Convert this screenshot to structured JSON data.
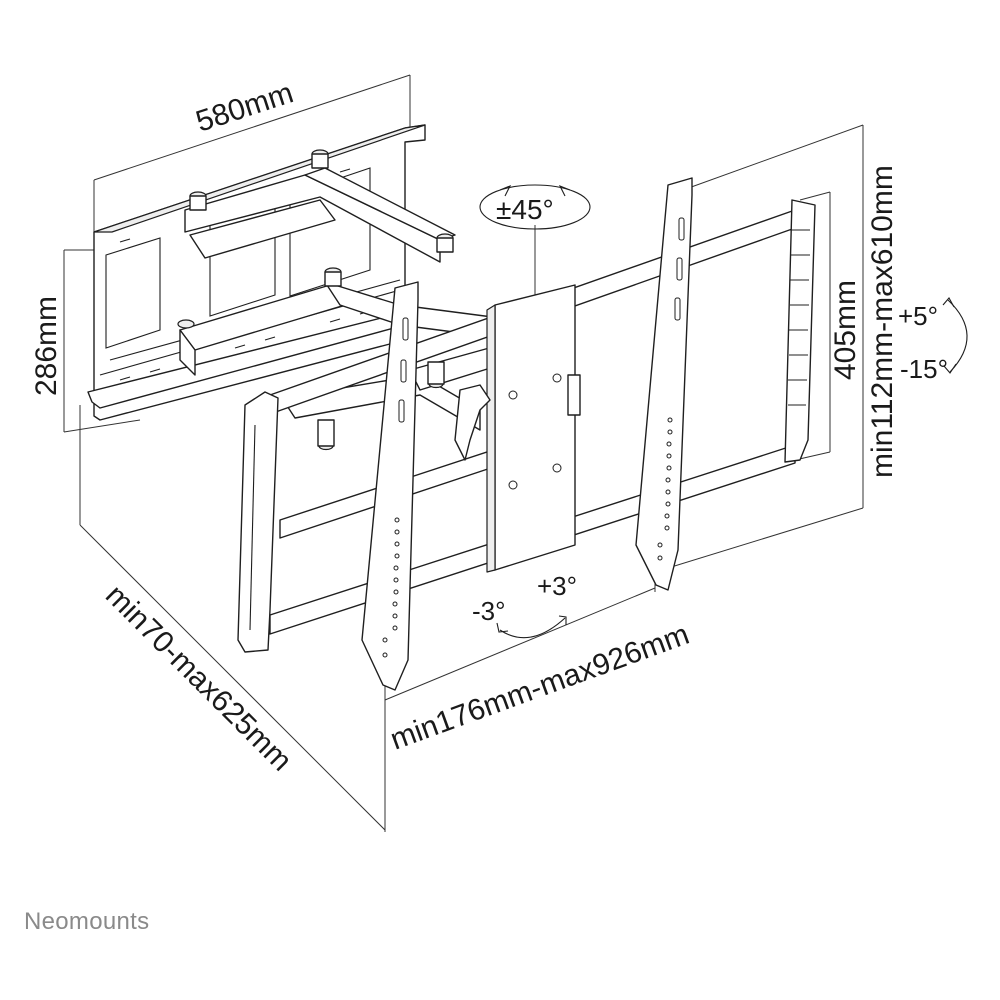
{
  "brand": "Neomounts",
  "dimensions": {
    "wall_plate_width": "580mm",
    "wall_plate_height": "286mm",
    "depth": "min70-max625mm",
    "vesa_width": "min176mm-max926mm",
    "vesa_height_fixed": "405mm",
    "vesa_height_range": "min112mm-max610mm"
  },
  "rotations": {
    "swivel": "±45°",
    "tilt_up": "+5°",
    "tilt_down": "-15°",
    "rotate_left": "-3°",
    "rotate_right": "+3°"
  }
}
